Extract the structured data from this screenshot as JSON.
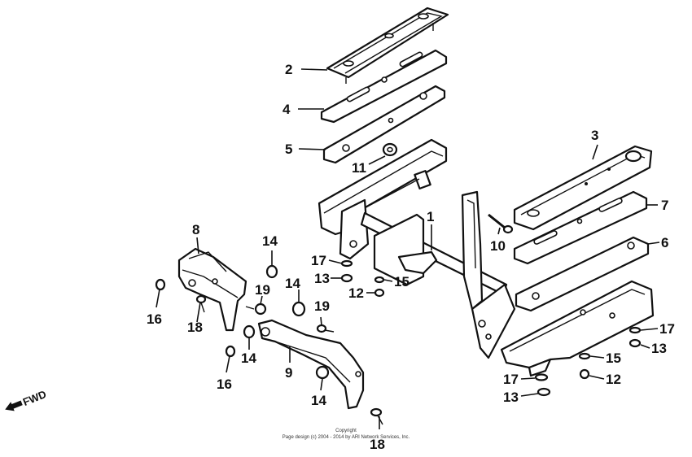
{
  "callouts": [
    {
      "id": "c1",
      "label": "1"
    },
    {
      "id": "c2",
      "label": "2"
    },
    {
      "id": "c3",
      "label": "3"
    },
    {
      "id": "c4",
      "label": "4"
    },
    {
      "id": "c5",
      "label": "5"
    },
    {
      "id": "c6",
      "label": "6"
    },
    {
      "id": "c7",
      "label": "7"
    },
    {
      "id": "c8",
      "label": "8"
    },
    {
      "id": "c9",
      "label": "9"
    },
    {
      "id": "c10",
      "label": "10"
    },
    {
      "id": "c11",
      "label": "11"
    },
    {
      "id": "c12a",
      "label": "12"
    },
    {
      "id": "c12b",
      "label": "12"
    },
    {
      "id": "c13a",
      "label": "13"
    },
    {
      "id": "c13b",
      "label": "13"
    },
    {
      "id": "c13c",
      "label": "13"
    },
    {
      "id": "c14a",
      "label": "14"
    },
    {
      "id": "c14b",
      "label": "14"
    },
    {
      "id": "c14c",
      "label": "14"
    },
    {
      "id": "c14d",
      "label": "14"
    },
    {
      "id": "c15a",
      "label": "15"
    },
    {
      "id": "c15b",
      "label": "15"
    },
    {
      "id": "c16a",
      "label": "16"
    },
    {
      "id": "c16b",
      "label": "16"
    },
    {
      "id": "c17a",
      "label": "17"
    },
    {
      "id": "c17b",
      "label": "17"
    },
    {
      "id": "c17c",
      "label": "17"
    },
    {
      "id": "c18a",
      "label": "18"
    },
    {
      "id": "c18b",
      "label": "18"
    },
    {
      "id": "c19a",
      "label": "19"
    },
    {
      "id": "c19b",
      "label": "19"
    }
  ],
  "direction_label": "FWD",
  "copyright": {
    "line1": "Copyright",
    "line2": "Page design (c) 2004 - 2014 by ARI Network Services, Inc."
  }
}
